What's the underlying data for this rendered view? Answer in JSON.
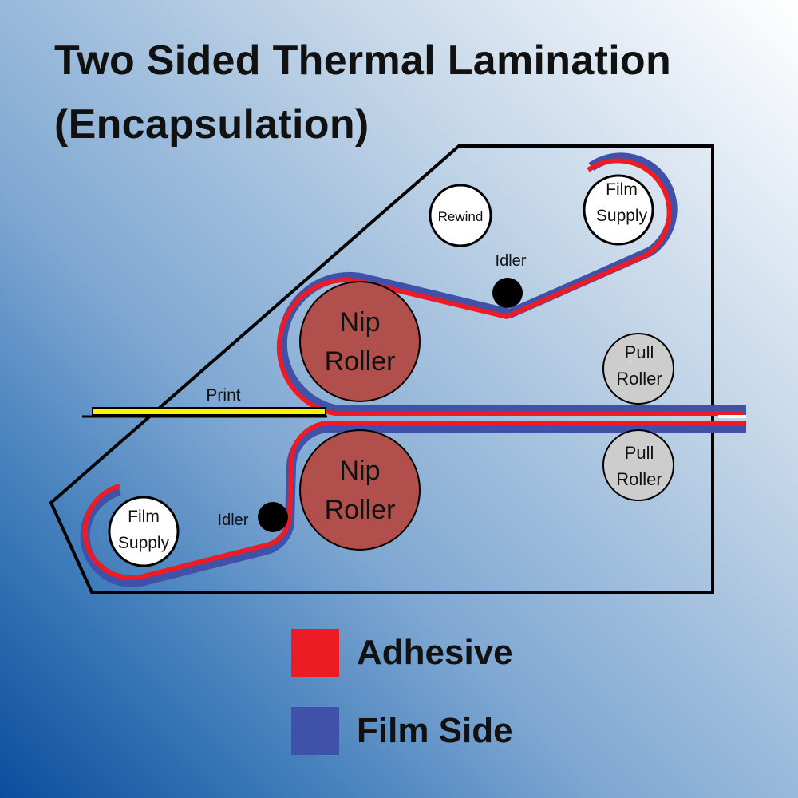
{
  "title": {
    "line1": "Two Sided Thermal Lamination",
    "line2": "(Encapsulation)"
  },
  "labels": {
    "rewind": "Rewind",
    "film_supply_top_1": "Film",
    "film_supply_top_2": "Supply",
    "idler_top": "Idler",
    "idler_bottom": "Idler",
    "nip_top_1": "Nip",
    "nip_top_2": "Roller",
    "nip_bottom_1": "Nip",
    "nip_bottom_2": "Roller",
    "pull_top_1": "Pull",
    "pull_top_2": "Roller",
    "pull_bottom_1": "Pull",
    "pull_bottom_2": "Roller",
    "print": "Print",
    "film_supply_bottom_1": "Film",
    "film_supply_bottom_2": "Supply"
  },
  "legend": [
    {
      "label": "Adhesive",
      "color": "#ed1c24"
    },
    {
      "label": "Film Side",
      "color": "#3f51a8"
    }
  ],
  "colors": {
    "adhesive": "#ed1c24",
    "film_side": "#3f51a8",
    "nip_roller": "#b04f4c",
    "pull_roller": "#cdcdcd",
    "print_sheet": "#fff200",
    "idler": "#000000"
  }
}
